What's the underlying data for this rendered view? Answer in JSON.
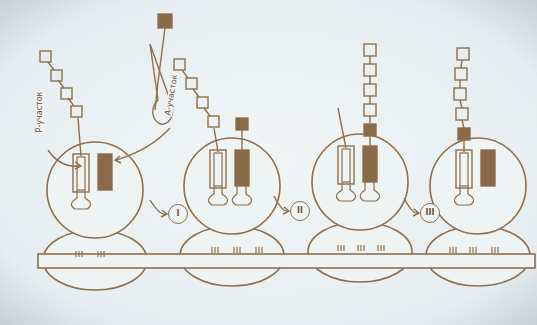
{
  "diagram": {
    "nodes": [
      {
        "text": [
          "I"
        ]
      },
      {
        "text": [
          "II"
        ]
      },
      {
        "text": [
          "III"
        ]
      }
    ],
    "labels": [
      "Р-участок",
      "А-участок"
    ]
  }
}
